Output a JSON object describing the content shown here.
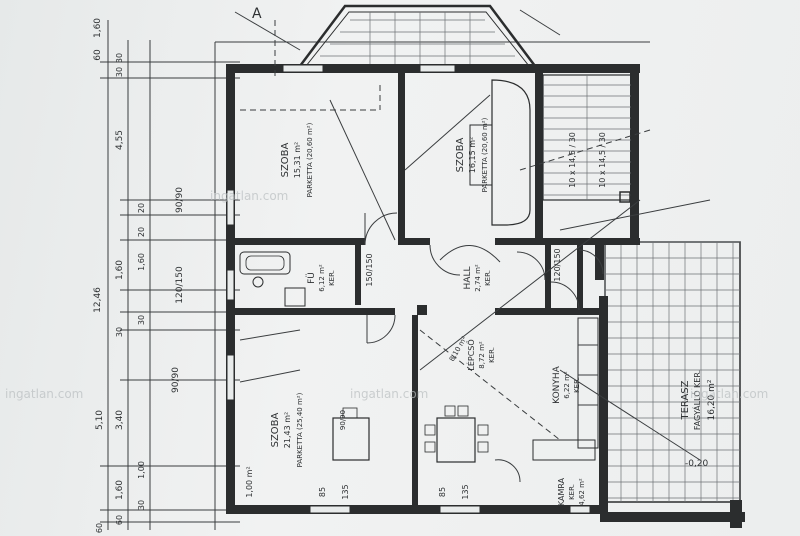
{
  "watermark": "ingatlan.com",
  "section_marker": "A",
  "rooms": {
    "bedroom_ne": {
      "name": "SZOBA",
      "area": "16,15 m²",
      "floor": "PARKETTA (20,60 m²)"
    },
    "bedroom_nw": {
      "name": "SZOBA",
      "area": "15,31 m²",
      "floor": "PARKETTA (20,60 m²)"
    },
    "bedroom_sw": {
      "name": "SZOBA",
      "area": "21,43 m²",
      "floor": "PARKETTA (25,40 m²)"
    },
    "hall": {
      "name": "HALL",
      "area": "2,74 m²",
      "floor": "KER."
    },
    "hall_floor2": "8,10 m²",
    "bathroom": {
      "name": "FÜ",
      "area": "6,12 m²",
      "floor": "KER."
    },
    "stairs": {
      "name": "LÉPCSŐ",
      "area": "8,72 m²",
      "floor": "KER."
    },
    "kitchen": {
      "name": "KONYHA",
      "area": "6,22 m²",
      "floor": "KER."
    },
    "pantry": {
      "name": "KAMRA",
      "area": "4,62 m²",
      "floor": "KER."
    },
    "terrace": {
      "name": "TERASZ",
      "floor": "FAGYÁLLÓ KER.",
      "area": "16,20 m²"
    },
    "terrace_level": "-0,20"
  },
  "stair_steps": [
    "10 x 14,5 / 30",
    "10 x 14,5 / 30"
  ],
  "dims_left_outer": [
    "1,60",
    "60",
    "4,55",
    "12,46",
    "1,60",
    "3,40",
    "5,10",
    "1,60",
    "60"
  ],
  "dims_left_inner": [
    "30",
    "30",
    "20",
    "1,60",
    "20",
    "30",
    "30",
    "1,00",
    "30",
    "60"
  ],
  "dims_bottom": [
    "85",
    "135",
    "85",
    "135"
  ],
  "window_tags": [
    "90/90",
    "120/150",
    "90/90",
    "150/150",
    "120/150"
  ],
  "misc_notes": [
    "1,00 m²",
    "90/90"
  ]
}
